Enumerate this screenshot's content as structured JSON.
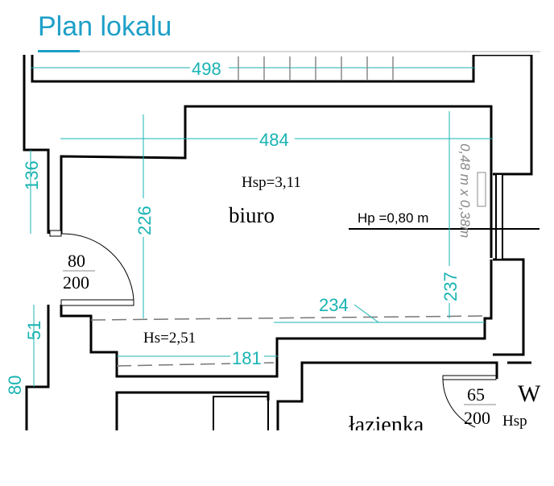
{
  "header": {
    "title": "Plan lokalu"
  },
  "plan": {
    "dimensions": {
      "top": "498",
      "room_width": "484",
      "left_wall": "136",
      "room_height": "226",
      "right_height": "237",
      "lower_width": "234",
      "bottom_width": "181",
      "small_left": "51",
      "cut_left": "80"
    },
    "rooms": {
      "office": "biuro",
      "office_height": "Hsp=3,11",
      "lower_height": "Hs=2,51",
      "window_sill": "Hp =0,80  m",
      "window_size": "0,48 m x 0,38m",
      "bathroom": "łazienka",
      "bathroom_height": "Hsp",
      "next_room": "W"
    },
    "doors": {
      "office_door_width": "80",
      "office_door_height": "200",
      "bath_door_width": "65",
      "bath_door_height": "200"
    }
  }
}
